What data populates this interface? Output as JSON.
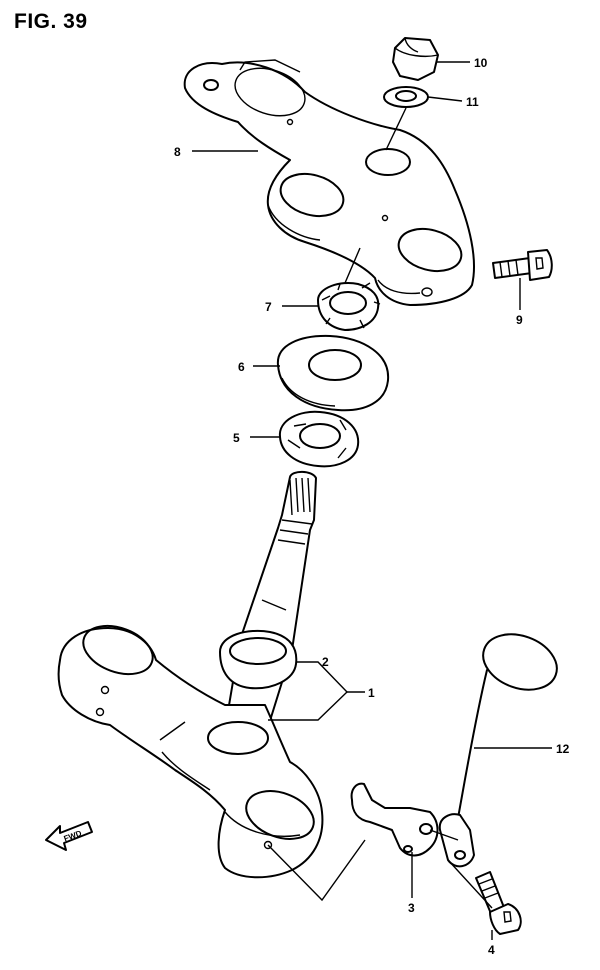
{
  "figure": {
    "title": "FIG. 39"
  },
  "parts": [
    {
      "id": "p1",
      "number": "1"
    },
    {
      "id": "p2",
      "number": "2"
    },
    {
      "id": "p3",
      "number": "3"
    },
    {
      "id": "p4",
      "number": "4"
    },
    {
      "id": "p5",
      "number": "5"
    },
    {
      "id": "p6",
      "number": "6"
    },
    {
      "id": "p7",
      "number": "7"
    },
    {
      "id": "p8",
      "number": "8"
    },
    {
      "id": "p9",
      "number": "9"
    },
    {
      "id": "p10",
      "number": "10"
    },
    {
      "id": "p11",
      "number": "11"
    },
    {
      "id": "p12",
      "number": "12"
    }
  ],
  "direction": {
    "label": "FWD",
    "icon": "forward-arrow-icon"
  }
}
